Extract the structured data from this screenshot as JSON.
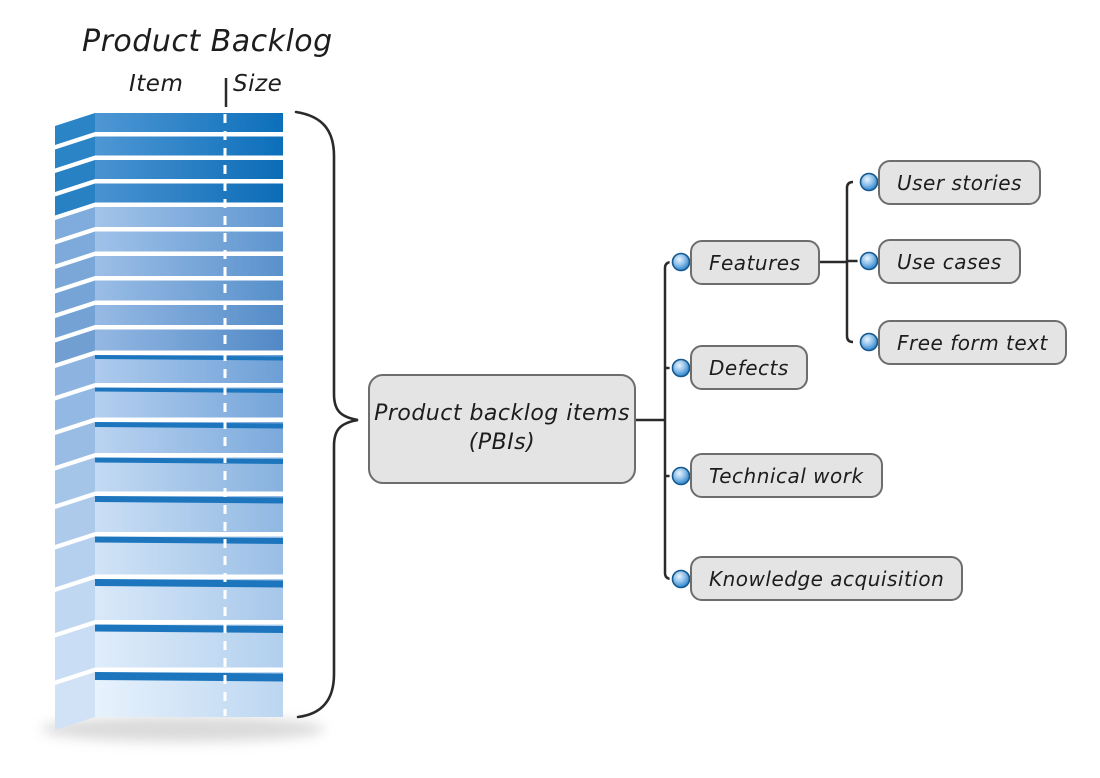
{
  "stack": {
    "title": "Product Backlog",
    "columns": {
      "item": "Item",
      "size": "Size"
    },
    "bars": [
      {
        "h": 19,
        "c1": "#4f97d4",
        "c2": "#0c6fba",
        "side": "#2a84c6",
        "w": 0
      },
      {
        "h": 19,
        "c1": "#4f97d4",
        "c2": "#0c6fba",
        "side": "#2a84c6",
        "w": 0
      },
      {
        "h": 19,
        "c1": "#4a93d1",
        "c2": "#0b6cb6",
        "side": "#2781c3",
        "w": 0
      },
      {
        "h": 19,
        "c1": "#4a93d1",
        "c2": "#0b6cb6",
        "side": "#2781c3",
        "w": 0
      },
      {
        "h": 20,
        "c1": "#a3c4ea",
        "c2": "#5e96d0",
        "side": "#7facdc",
        "w": 0
      },
      {
        "h": 20,
        "c1": "#a0c2e9",
        "c2": "#5c94ce",
        "side": "#7daada",
        "w": 0
      },
      {
        "h": 20,
        "c1": "#9dbfe7",
        "c2": "#5991cc",
        "side": "#7aa7d8",
        "w": 0
      },
      {
        "h": 20,
        "c1": "#9abde6",
        "c2": "#568fca",
        "side": "#77a4d6",
        "w": 0
      },
      {
        "h": 20,
        "c1": "#97bae4",
        "c2": "#548cc8",
        "side": "#74a2d4",
        "w": 0
      },
      {
        "h": 21,
        "c1": "#94b8e3",
        "c2": "#5189c6",
        "side": "#719fd2",
        "w": 0
      },
      {
        "h": 28,
        "c1": "#aecbee",
        "c2": "#6d9fd6",
        "side": "#8db4e1",
        "w": 4
      },
      {
        "h": 30,
        "c1": "#b4cfef",
        "c2": "#74a4d9",
        "side": "#93b8e3",
        "w": 4
      },
      {
        "h": 31,
        "c1": "#bad3f1",
        "c2": "#7ba9db",
        "side": "#99bce5",
        "w": 5
      },
      {
        "h": 34,
        "c1": "#c3daf3",
        "c2": "#87b1de",
        "side": "#a4c4e8",
        "w": 5
      },
      {
        "h": 36,
        "c1": "#cbdff5",
        "c2": "#90b8e2",
        "side": "#adcaeb",
        "w": 6
      },
      {
        "h": 38,
        "c1": "#d2e4f7",
        "c2": "#99bee5",
        "side": "#b5cfee",
        "w": 6
      },
      {
        "h": 41,
        "c1": "#dae9f9",
        "c2": "#a6c7ea",
        "side": "#c0d7f1",
        "w": 7
      },
      {
        "h": 43,
        "c1": "#e0edfa",
        "c2": "#b1cfee",
        "side": "#c9ddf4",
        "w": 7
      },
      {
        "h": 45,
        "c1": "#e7f2fc",
        "c2": "#bcd6f1",
        "side": "#d2e2f6",
        "w": 8
      }
    ]
  },
  "root": {
    "line1": "Product backlog items",
    "line2": "(PBIs)"
  },
  "branches": [
    {
      "label": "Features",
      "children": [
        "User stories",
        "Use cases",
        "Free form text"
      ]
    },
    {
      "label": "Defects",
      "children": []
    },
    {
      "label": "Technical work",
      "children": []
    },
    {
      "label": "Knowledge acquisition",
      "children": []
    }
  ],
  "colors": {
    "node_fill": "#e4e4e4",
    "node_border": "#6d6d6d",
    "line": "#2a2a2a",
    "wedge": "#1d76bd",
    "dash": "#ffffff",
    "dot_center": "#eaf4fc",
    "dot_mid": "#8fc0ea",
    "dot_ring": "#3b8ed1",
    "dot_edge": "#1f75b8",
    "dot_outline": "#14598f",
    "shadow": "#bdbdbd"
  }
}
